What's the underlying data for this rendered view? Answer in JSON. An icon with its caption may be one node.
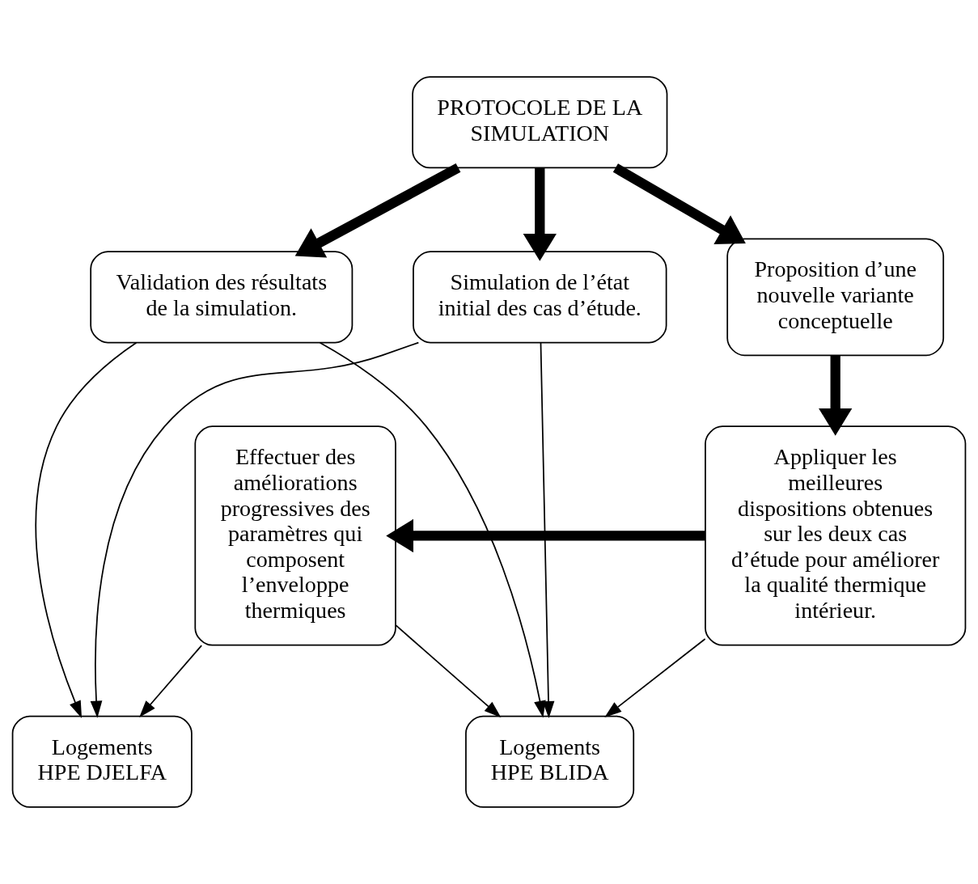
{
  "diagram": {
    "nodes": [
      {
        "text": [
          "PROTOCOLE DE LA SIMULATION"
        ]
      },
      {
        "text": [
          "Validation des résultats de la simulation."
        ]
      },
      {
        "text": [
          "Simulation de l’état initial des cas d’étude."
        ]
      },
      {
        "text": [
          "Proposition d’une nouvelle variante conceptuelle"
        ]
      },
      {
        "text": [
          "Logements HPE DJELFA"
        ]
      },
      {
        "text": [
          "Logements HPE BLIDA"
        ]
      },
      {
        "text": [
          "Effectuer des améliorations progressives des paramètres qui composent l’enveloppe thermiques"
        ]
      },
      {
        "text": [
          "Appliquer les meilleures dispositions obtenues sur les deux cas d’étude pour améliorer la qualité thermique intérieur."
        ]
      }
    ],
    "edges": [
      {
        "from": 0,
        "to": 1,
        "arrow": "to",
        "style": "thick"
      },
      {
        "from": 0,
        "to": 2,
        "arrow": "to",
        "style": "thick"
      },
      {
        "from": 0,
        "to": 3,
        "arrow": "to",
        "style": "thick"
      },
      {
        "from": 1,
        "to": 4,
        "arrow": "to"
      },
      {
        "from": 1,
        "to": 5,
        "arrow": "to"
      },
      {
        "from": 2,
        "to": 4,
        "arrow": "to"
      },
      {
        "from": 2,
        "to": 5,
        "arrow": "to"
      },
      {
        "from": 3,
        "to": 7,
        "arrow": "to",
        "style": "thick"
      },
      {
        "from": 6,
        "to": 4,
        "arrow": "to"
      },
      {
        "from": 6,
        "to": 5,
        "arrow": "to"
      },
      {
        "from": 7,
        "to": 5,
        "arrow": "to"
      },
      {
        "from": 7,
        "to": 6,
        "arrow": "to",
        "style": "thick"
      }
    ]
  }
}
